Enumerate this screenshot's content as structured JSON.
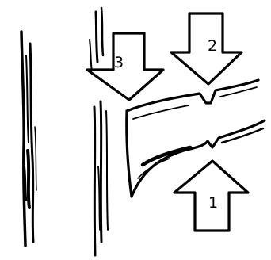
{
  "diagram": {
    "arrows": [
      {
        "number": "3",
        "direction": "down"
      },
      {
        "number": "2",
        "direction": "down"
      },
      {
        "number": "1",
        "direction": "up"
      }
    ]
  }
}
